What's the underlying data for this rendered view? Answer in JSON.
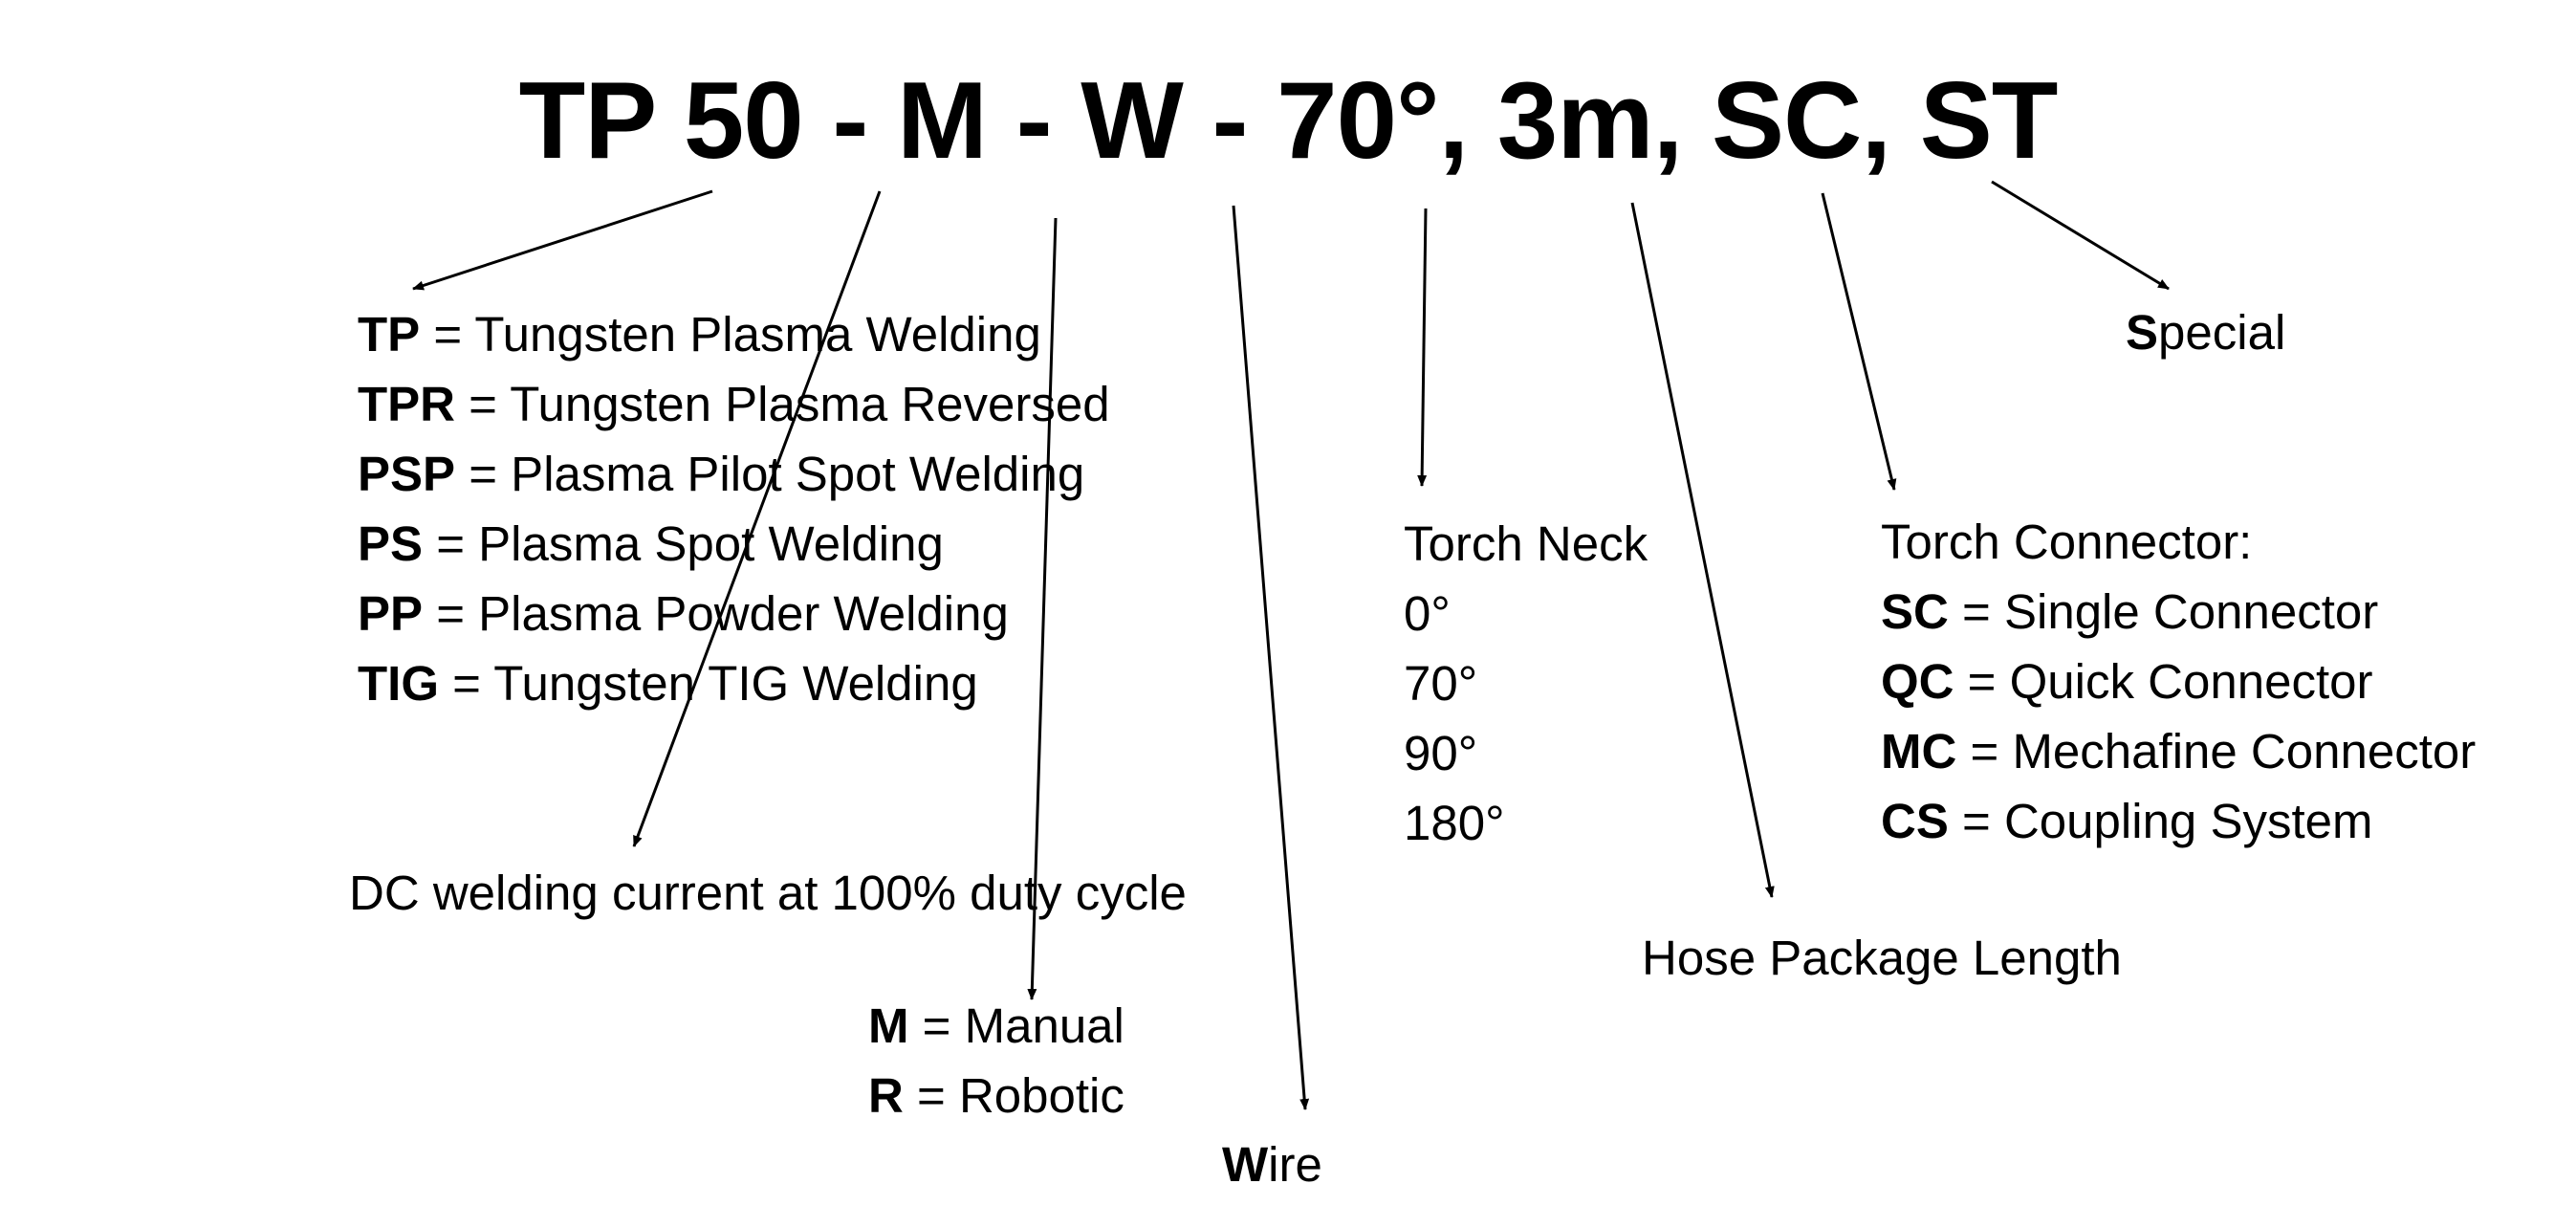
{
  "title": "TP 50 - M - W - 70°, 3m, SC, ST",
  "process": {
    "items": [
      {
        "code": "TP",
        "desc": " = Tungsten Plasma Welding"
      },
      {
        "code": "TPR",
        "desc": " = Tungsten Plasma Reversed"
      },
      {
        "code": "PSP",
        "desc": " = Plasma Pilot Spot Welding"
      },
      {
        "code": "PS",
        "desc": " = Plasma Spot Welding"
      },
      {
        "code": "PP",
        "desc": " = Plasma Powder Welding"
      },
      {
        "code": "TIG",
        "desc": " = Tungsten TIG Welding"
      }
    ]
  },
  "current": {
    "label": "DC welding current at 100% duty cycle"
  },
  "operation": {
    "items": [
      {
        "code": "M",
        "desc": " = Manual"
      },
      {
        "code": "R",
        "desc": " = Robotic"
      }
    ]
  },
  "wire": {
    "bold": "W",
    "rest": "ire"
  },
  "neck": {
    "heading": "Torch Neck",
    "angles": [
      "0°",
      "70°",
      "90°",
      "180°"
    ]
  },
  "hose": {
    "label": "Hose Package Length"
  },
  "connector": {
    "heading": "Torch Connector:",
    "items": [
      {
        "code": "SC",
        "desc": " = Single Connector"
      },
      {
        "code": "QC",
        "desc": " = Quick Connector"
      },
      {
        "code": "MC",
        "desc": " = Mechafine Connector"
      },
      {
        "code": "CS",
        "desc": " = Coupling System"
      }
    ]
  },
  "special": {
    "bold": "S",
    "rest": "pecial"
  }
}
